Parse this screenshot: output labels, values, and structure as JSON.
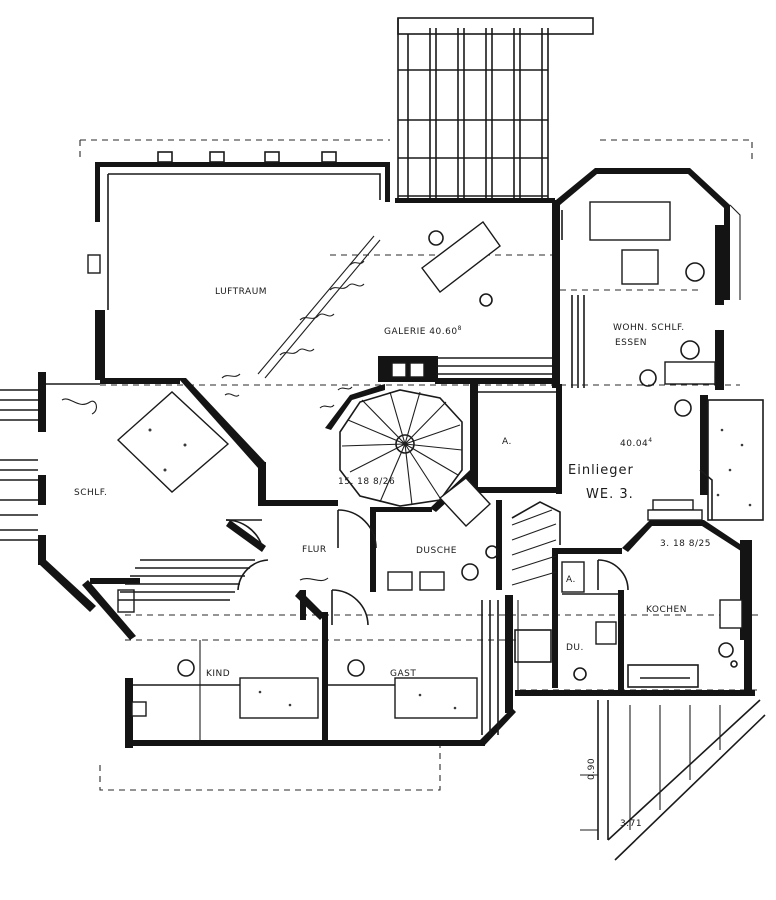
{
  "plan": {
    "rooms": {
      "luftraum": "LUFTRAUM",
      "galerie": "GALERIE 40.60",
      "galerie_sup": "8",
      "wohn_line1": "WOHN. SCHLF.",
      "wohn_line2": "ESSEN",
      "schlf": "SCHLF.",
      "flur": "FLUR",
      "dusche": "DUSCHE",
      "kind": "KIND",
      "gast": "GAST",
      "kochen": "KOCHEN",
      "du": "DU.",
      "a_stair": "A.",
      "a_small": "A.",
      "level_right": "40.04",
      "level_right_sup": "4",
      "einlieger_line1": "Einlieger",
      "einlieger_line2": "WE. 3."
    },
    "stairs": {
      "main": "15. 18 8/26",
      "right": "3. 18 8/25"
    },
    "dims": {
      "d1": "0.90",
      "d2": "3.71"
    }
  }
}
